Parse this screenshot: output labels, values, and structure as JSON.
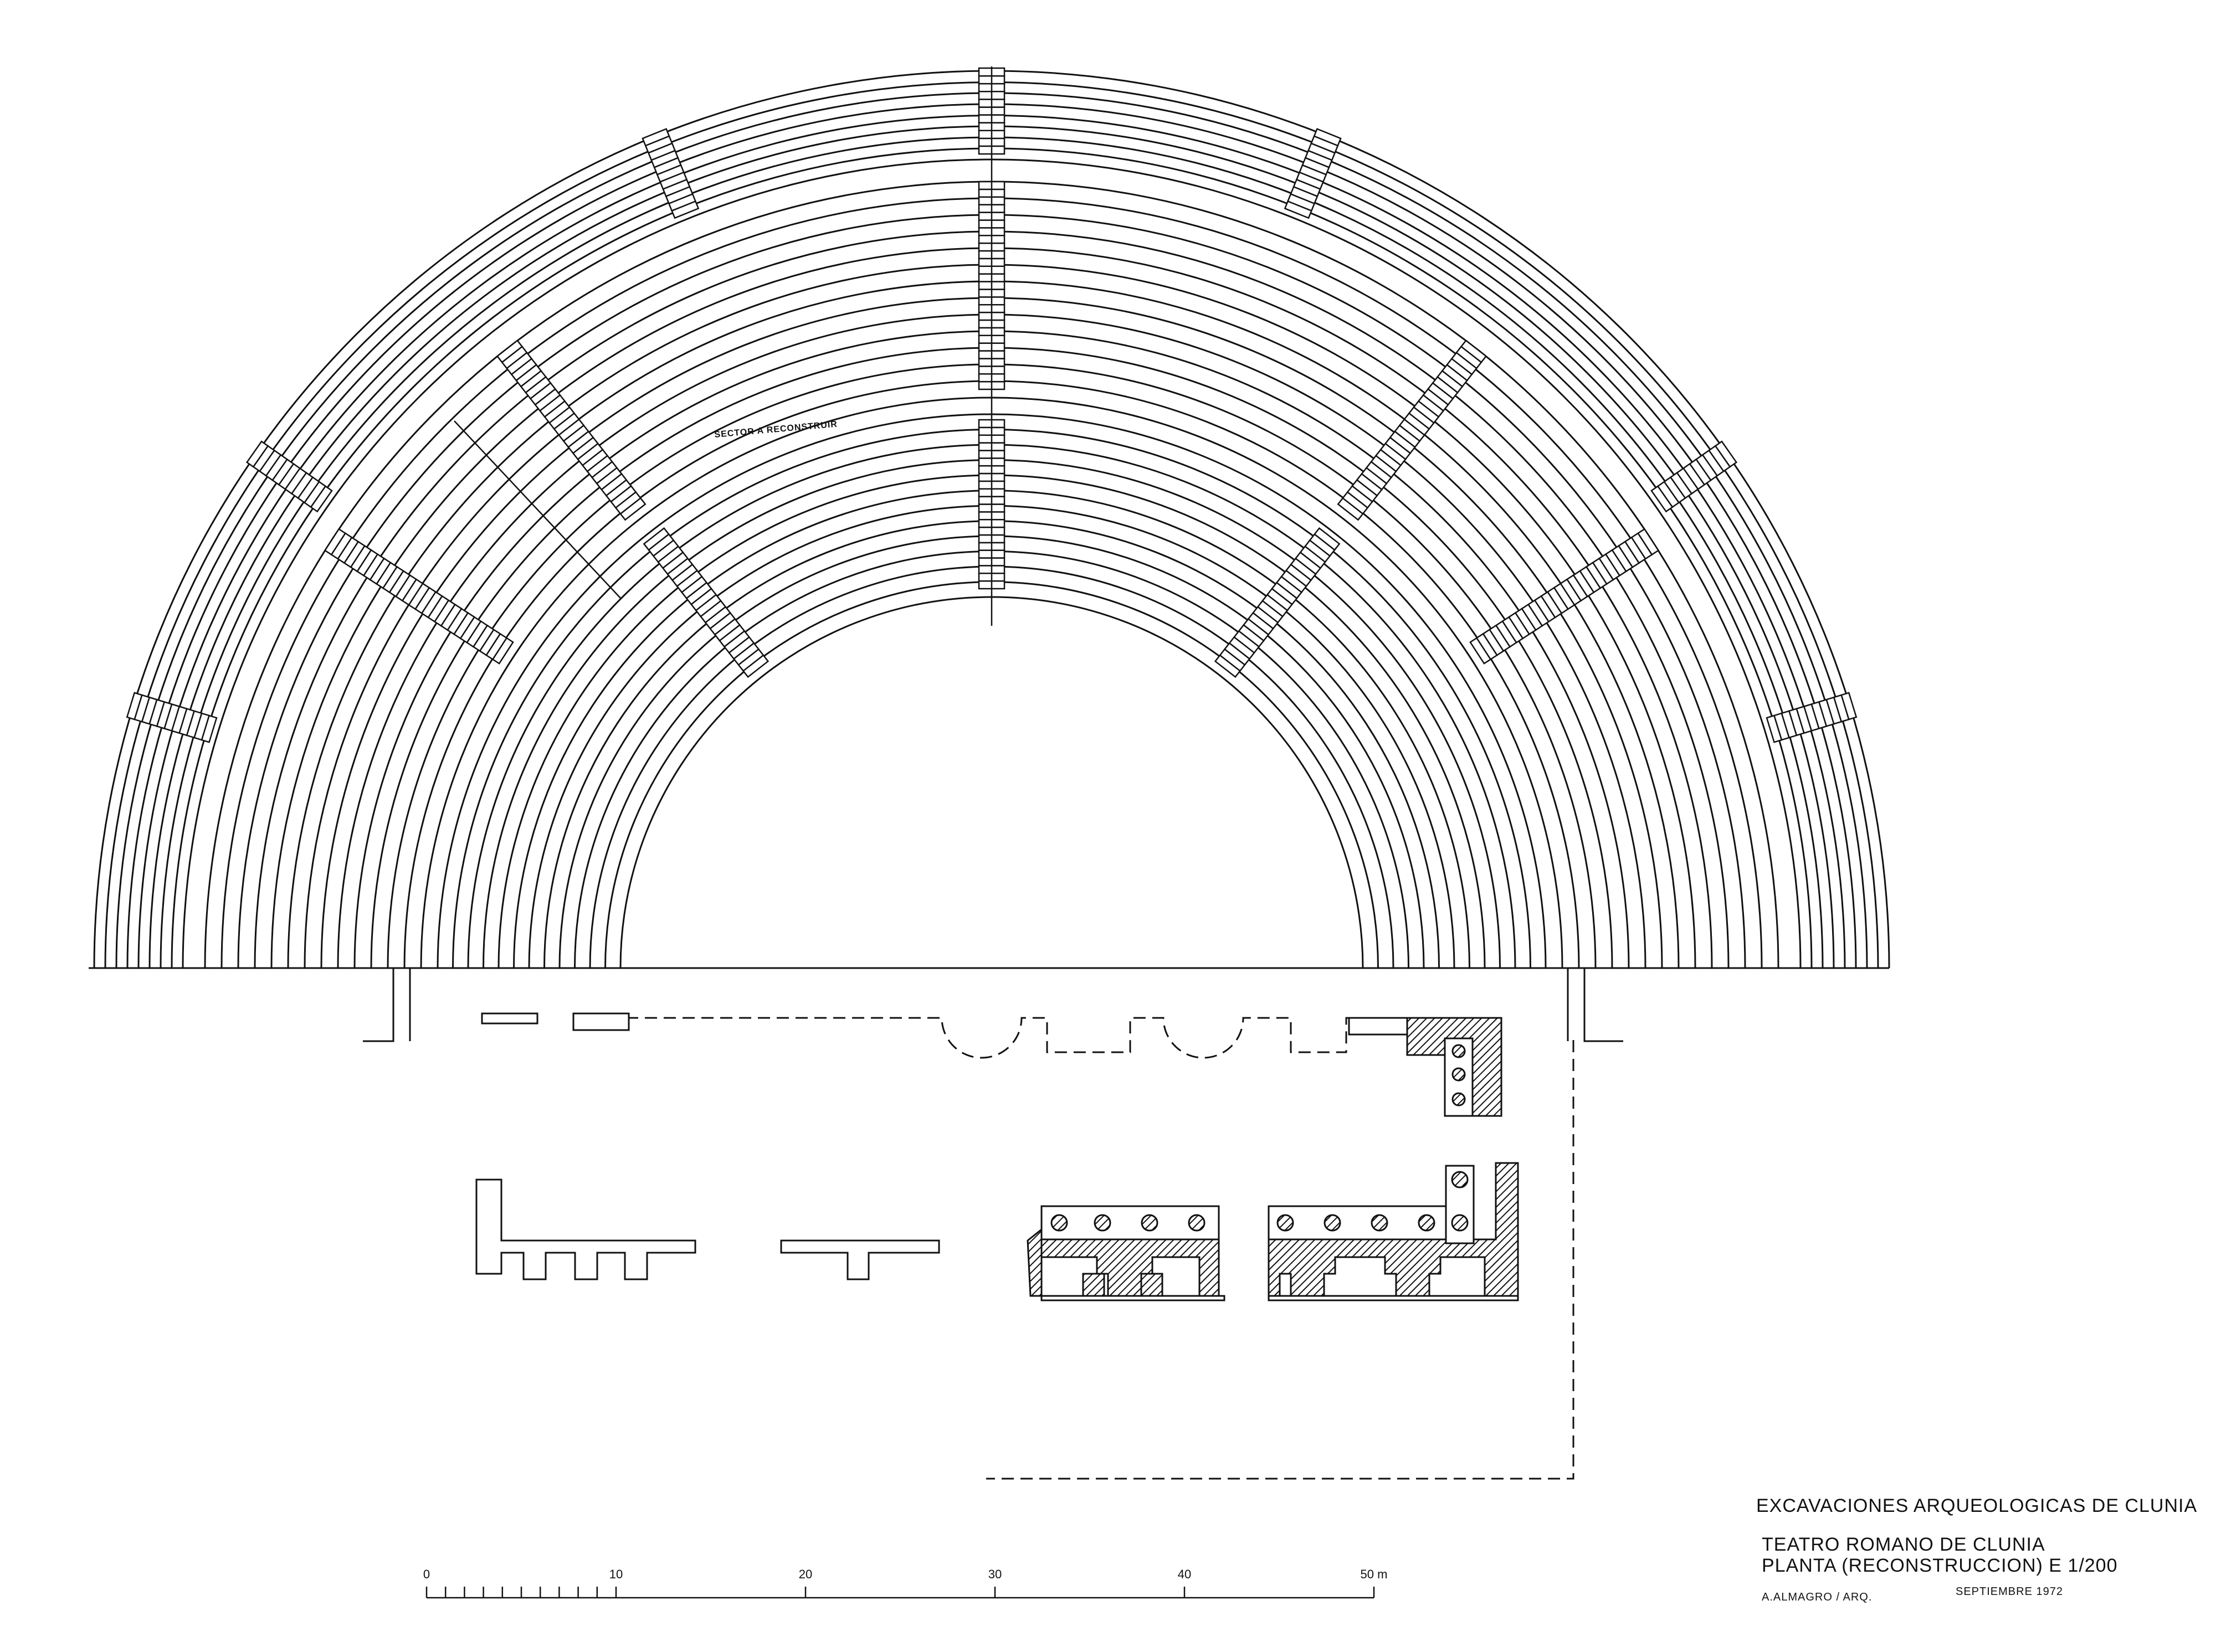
{
  "title_block": {
    "line1": "EXCAVACIONES ARQUEOLOGICAS DE CLUNIA",
    "line2": "TEATRO ROMANO DE CLUNIA",
    "line3": "PLANTA (RECONSTRUCCION) E 1/200",
    "author": "A.ALMAGRO / ARQ.",
    "date": "SEPTIEMBRE 1972"
  },
  "annotation": "SECTOR A RECONSTRUIR",
  "scale_bar": {
    "labels": [
      "0",
      "10",
      "20",
      "30",
      "40",
      "50 m"
    ]
  },
  "colors": {
    "ink": "#111111",
    "paper": "#ffffff"
  }
}
